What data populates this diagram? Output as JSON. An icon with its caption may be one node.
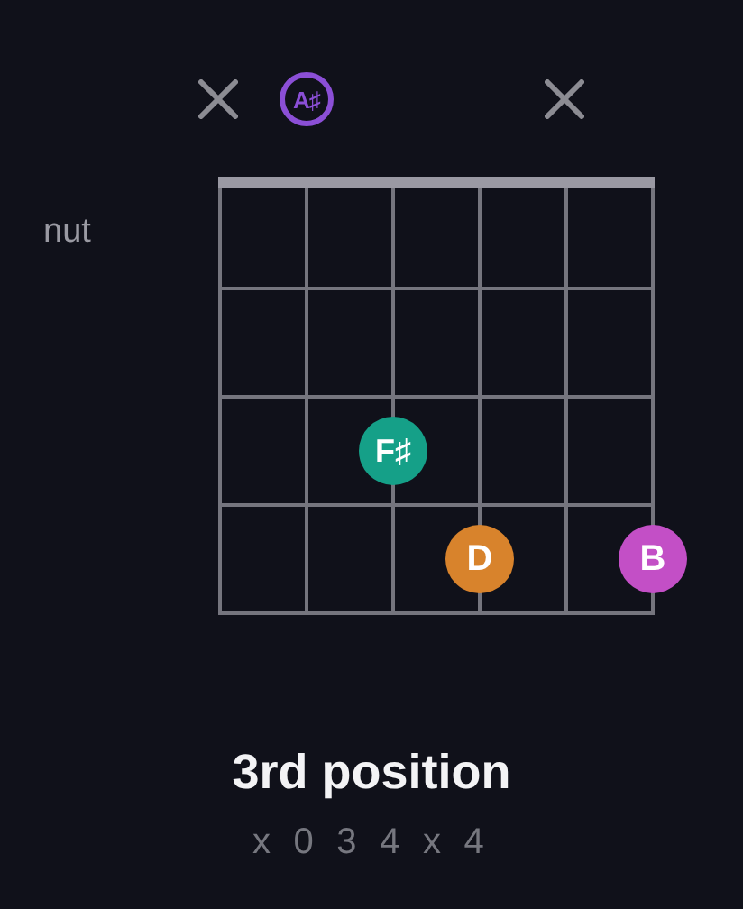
{
  "diagram": {
    "title": "3rd position",
    "nodes": [
      {
        "text": [
          "A♯"
        ]
      },
      {
        "text": [
          "F♯"
        ]
      },
      {
        "text": [
          "D"
        ]
      },
      {
        "text": [
          "B"
        ]
      }
    ],
    "labels": [
      "nut",
      "x 0 3 4 x 4"
    ]
  }
}
